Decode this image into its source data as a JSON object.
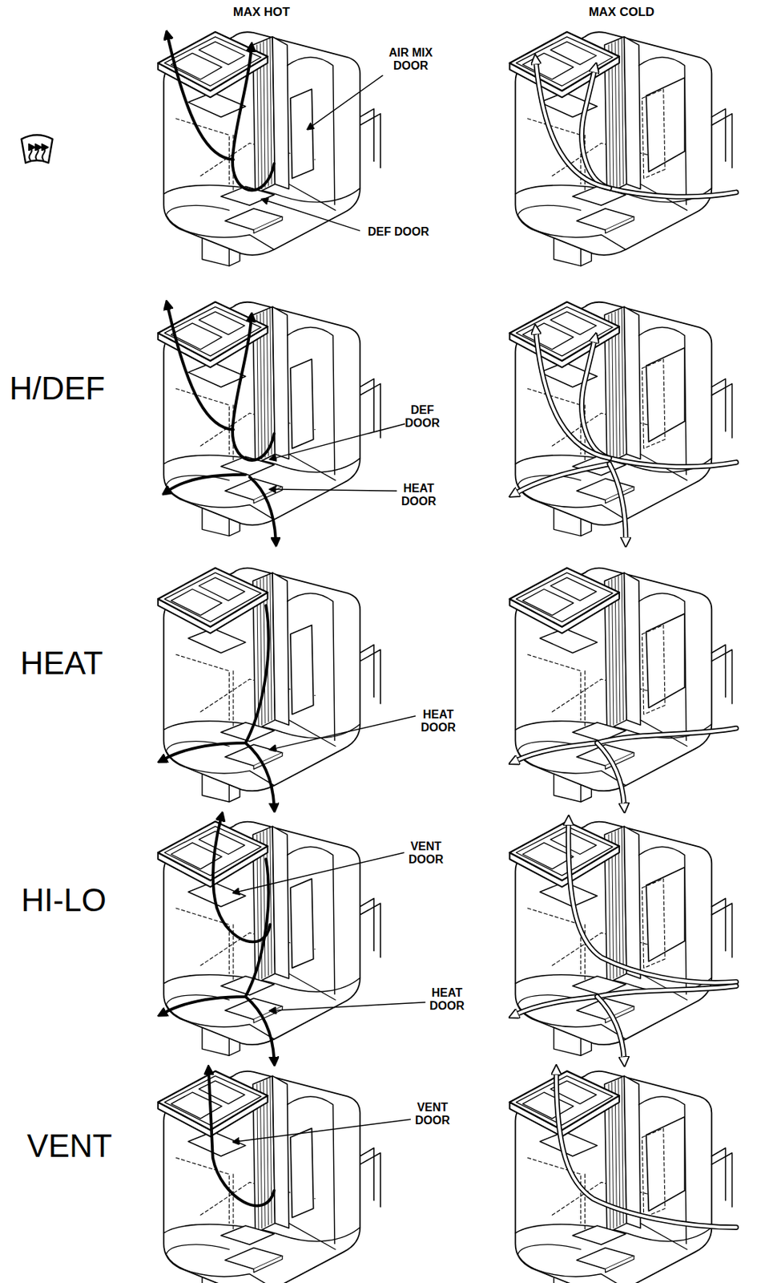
{
  "diagram": {
    "labels": [
      "MAX HOT",
      "MAX COLD",
      "AIR MIX DOOR",
      "DEF DOOR",
      "H/DEF",
      "DEF DOOR",
      "HEAT DOOR",
      "HEAT",
      "HEAT DOOR",
      "HI-LO",
      "VENT DOOR",
      "HEAT DOOR",
      "VENT",
      "VENT DOOR"
    ]
  }
}
